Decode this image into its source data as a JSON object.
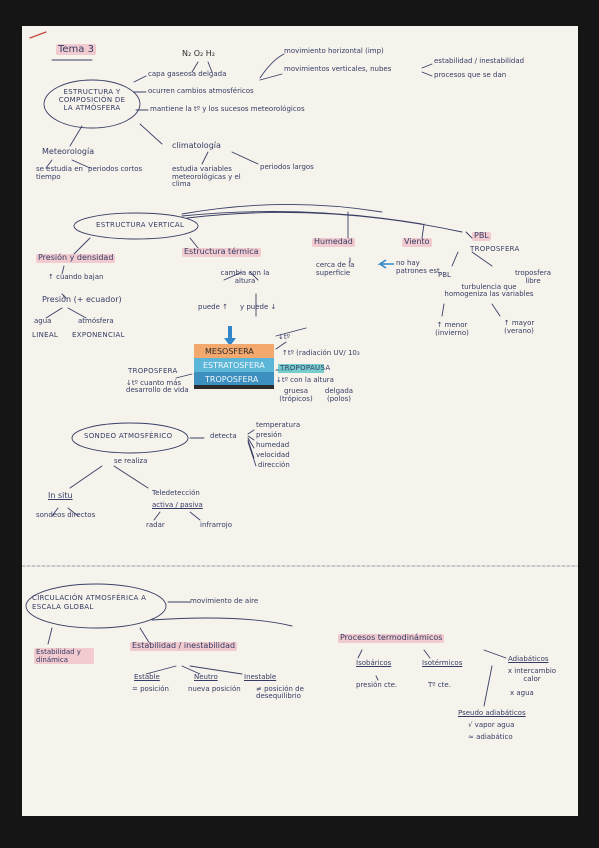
{
  "title": "Tema 3",
  "top": {
    "gases": "N₂  O₂  H₂",
    "mov_h": "movimiento horizontal (imp)",
    "mov_v": "movimientos verticales, nubes",
    "estab": "estabilidad / inestabilidad",
    "proc": "procesos que se dan",
    "main": "ESTRUCTURA Y COMPOSICIÓN DE LA ATMÓSFERA",
    "capa": "capa gaseosa delgada",
    "ocurren": "ocurren cambios atmosféricos",
    "mantiene": "mantiene la tº y los sucesos meteorológicos",
    "meteo": "Meteorología",
    "meteo_est": "se estudia en tiempo",
    "meteo_per": "periodos cortos",
    "clima": "climatología",
    "clima_est": "estudia variables meteorológicas y el clima",
    "clima_per": "periodos largos"
  },
  "vert": {
    "main": "ESTRUCTURA VERTICAL",
    "presion": "Presión y densidad",
    "presion_baja": "↑ cuando bajan",
    "presion_ec": "Presión (+ ecuador)",
    "agua": "agua",
    "atmos": "atmósfera",
    "lineal": "LINEAL",
    "expo": "EXPONENCIAL",
    "temp": "Estructura térmica",
    "temp_cambia": "cambia con la altura",
    "puede_up": "puede ↑",
    "puede_down": "y puede ↓",
    "humedad": "Humedad",
    "humedad_txt": "cerca de la superficie",
    "viento": "Viento",
    "viento_txt": "no hay patrones est.",
    "pbl": "PBL",
    "troposfera": "TROPOSFERA",
    "pbl2": "PBL",
    "tropo_libre": "troposfera libre",
    "turbulencia": "turbulencia que homogeniza las variables",
    "menor": "↑ menor (invierno)",
    "mayor": "↑ mayor (verano)",
    "layers": {
      "meso": "MESOSFERA",
      "estrato": "ESTRATOSFERA",
      "tropo": "TROPOSFERA"
    },
    "meso_note": "↓tº",
    "estrato_note": "↑tº (radiación UV/ 10₃",
    "tropo_note": "↓tº con la altura",
    "tropo_left": "TROPOSFERA",
    "tropo_left2": "↓tº cuanto más desarrollo de vida",
    "tropopausa": "TROPOPAUSA",
    "tropopausa2": "gruesa (trópicos)",
    "tropopausa3": "delgada (polos)"
  },
  "sondeo": {
    "main": "SONDEO ATMOSFÉRICO",
    "detecta": "detecta",
    "vars": [
      "temperatura",
      "presión",
      "humedad",
      "velocidad",
      "dirección"
    ],
    "realiza": "se realiza",
    "insitu": "In situ",
    "insitu_ex": "sondeos directos",
    "tele": "Teledetección",
    "tele2": "activa / pasiva",
    "radar": "radar",
    "infra": "infrarrojo"
  },
  "circ": {
    "main": "CIRCULACIÓN ATMOSFÉRICA A ESCALA GLOBAL",
    "movimiento": "movimiento de aire",
    "estab_din": "Estabilidad y dinámica",
    "estab_ines": "Estabilidad / inestabilidad",
    "estable": "Estable",
    "estable_txt": "= posición",
    "neutro": "Neutro",
    "neutro_txt": "nueva posición",
    "inestable": "Inestable",
    "inestable_txt": "≠ posición de desequilibrio",
    "procesos": "Procesos termodinámicos",
    "isobaricos": "Isobáricos",
    "isobaricos_txt": "presión cte.",
    "isotermicos": "Isotérmicos",
    "isotermicos_txt": "Tº cte.",
    "adiabaticos": "Adiabáticos",
    "adiab_1": "x intercambio calor",
    "adiab_2": "x agua",
    "pseudo": "Pseudo adiabáticos",
    "pseudo_1": "√ vapor agua",
    "pseudo_2": "≈ adiabático"
  },
  "colors": {
    "ink": "#353b63",
    "highlight": "#ecaaba",
    "meso": "#f3a86d",
    "estrato": "#5bb6d8",
    "tropo": "#3d8fc0",
    "tropopausa": "#57c3c7",
    "arrow": "#2f86c9"
  }
}
